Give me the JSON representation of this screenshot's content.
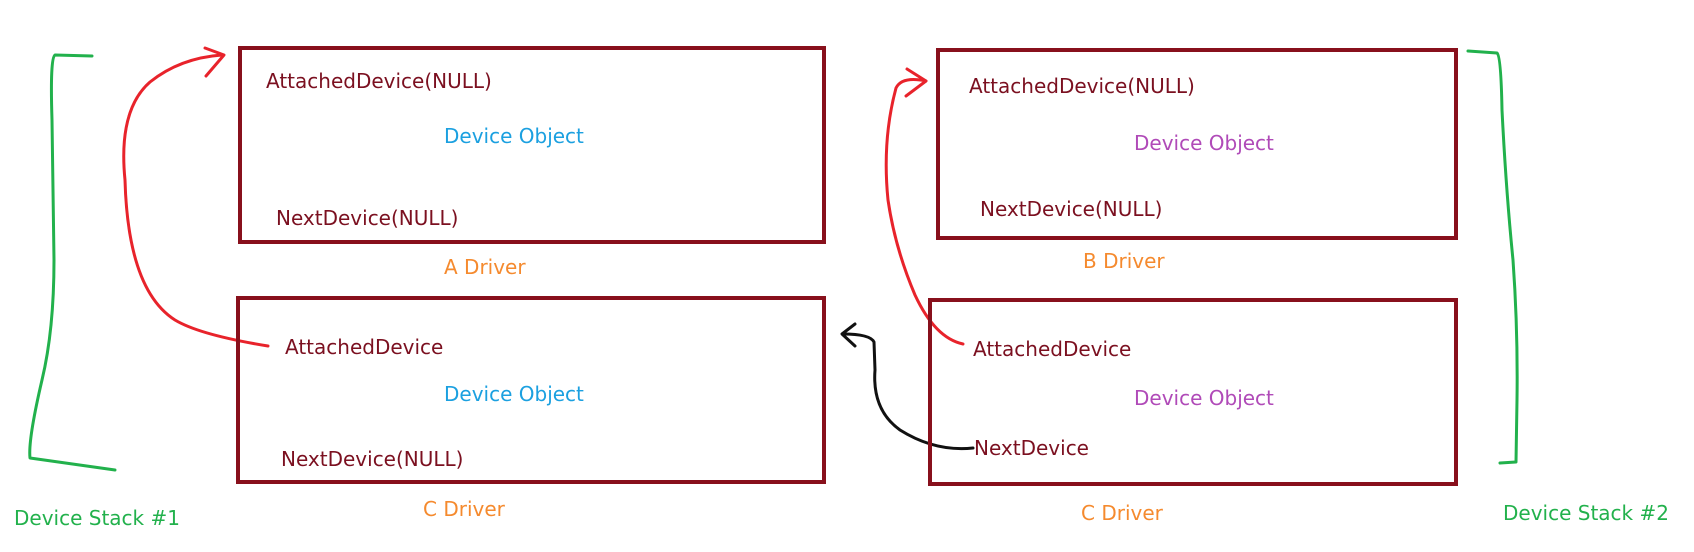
{
  "stack1": {
    "label": "Device Stack #1",
    "top": {
      "attached": "AttachedDevice(NULL)",
      "object": "Device Object",
      "next": "NextDevice(NULL)",
      "driver": "A Driver"
    },
    "bottom": {
      "attached": "AttachedDevice",
      "object": "Device Object",
      "next": "NextDevice(NULL)",
      "driver": "C Driver"
    }
  },
  "stack2": {
    "label": "Device Stack #2",
    "top": {
      "attached": "AttachedDevice(NULL)",
      "object": "Device Object",
      "next": "NextDevice(NULL)",
      "driver": "B Driver"
    },
    "bottom": {
      "attached": "AttachedDevice",
      "object": "Device Object",
      "next": "NextDevice",
      "driver": "C Driver"
    }
  },
  "colors": {
    "box_border": "#88101c",
    "field_text": "#7b1020",
    "object_stack1": "#1ba0e0",
    "object_stack2": "#b04ab8",
    "driver_text": "#f58a2e",
    "stack_bracket": "#22b14c",
    "attached_arrow": "#e8232b",
    "next_arrow": "#111111"
  }
}
